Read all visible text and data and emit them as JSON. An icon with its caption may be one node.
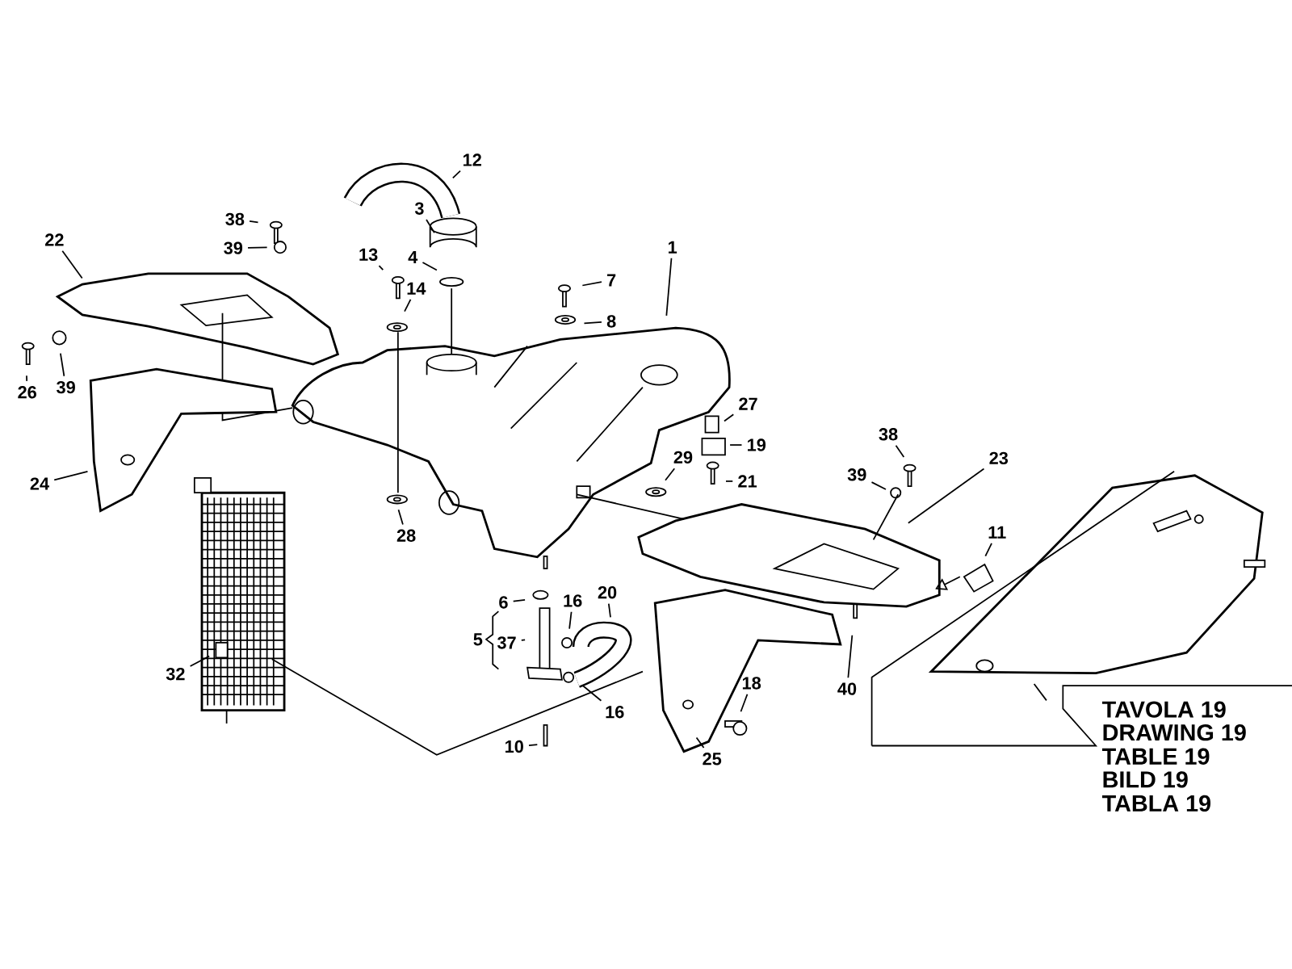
{
  "diagram": {
    "nodes": [
      {
        "text": [
          "12"
        ]
      },
      {
        "text": [
          "3"
        ]
      },
      {
        "text": [
          "38"
        ]
      },
      {
        "text": [
          "22"
        ]
      },
      {
        "text": [
          "39"
        ]
      },
      {
        "text": [
          "13"
        ]
      },
      {
        "text": [
          "4"
        ]
      },
      {
        "text": [
          "1"
        ]
      },
      {
        "text": [
          "7"
        ]
      },
      {
        "text": [
          "14"
        ]
      },
      {
        "text": [
          "8"
        ]
      },
      {
        "text": [
          "26"
        ]
      },
      {
        "text": [
          "39"
        ]
      },
      {
        "text": [
          "27"
        ]
      },
      {
        "text": [
          "38"
        ]
      },
      {
        "text": [
          "19"
        ]
      },
      {
        "text": [
          "29"
        ]
      },
      {
        "text": [
          "23"
        ]
      },
      {
        "text": [
          "39"
        ]
      },
      {
        "text": [
          "21"
        ]
      },
      {
        "text": [
          "24"
        ]
      },
      {
        "text": [
          "11"
        ]
      },
      {
        "text": [
          "28"
        ]
      },
      {
        "text": [
          "20"
        ]
      },
      {
        "text": [
          "16"
        ]
      },
      {
        "text": [
          "6"
        ]
      },
      {
        "text": [
          "37"
        ]
      },
      {
        "text": [
          "32"
        ]
      },
      {
        "text": [
          "18"
        ]
      },
      {
        "text": [
          "40"
        ]
      },
      {
        "text": [
          "16"
        ]
      },
      {
        "text": [
          "10"
        ]
      },
      {
        "text": [
          "25"
        ]
      }
    ],
    "edges": [
      {
        "from": 0,
        "to": null,
        "arrow": "none"
      },
      {
        "from": 1,
        "to": null,
        "arrow": "none"
      },
      {
        "from": 2,
        "to": null,
        "arrow": "none"
      },
      {
        "from": 3,
        "to": null,
        "arrow": "none"
      },
      {
        "from": 4,
        "to": null,
        "arrow": "none"
      },
      {
        "from": 5,
        "to": null,
        "arrow": "none"
      },
      {
        "from": 6,
        "to": null,
        "arrow": "none"
      },
      {
        "from": 7,
        "to": null,
        "arrow": "none"
      },
      {
        "from": 8,
        "to": null,
        "arrow": "none"
      },
      {
        "from": 9,
        "to": null,
        "arrow": "none"
      },
      {
        "from": 10,
        "to": null,
        "arrow": "none"
      },
      {
        "from": 11,
        "to": null,
        "arrow": "none"
      },
      {
        "from": 12,
        "to": null,
        "arrow": "none"
      },
      {
        "from": 13,
        "to": null,
        "arrow": "none"
      },
      {
        "from": 14,
        "to": null,
        "arrow": "none"
      },
      {
        "from": 15,
        "to": null,
        "arrow": "none"
      },
      {
        "from": 16,
        "to": null,
        "arrow": "none"
      },
      {
        "from": 17,
        "to": null,
        "arrow": "none"
      },
      {
        "from": 18,
        "to": null,
        "arrow": "none"
      },
      {
        "from": 19,
        "to": null,
        "arrow": "none"
      },
      {
        "from": 20,
        "to": null,
        "arrow": "none"
      },
      {
        "from": 21,
        "to": null,
        "arrow": "none"
      },
      {
        "from": 22,
        "to": null,
        "arrow": "none"
      },
      {
        "from": 23,
        "to": null,
        "arrow": "none"
      },
      {
        "from": 24,
        "to": null,
        "arrow": "none"
      },
      {
        "from": 25,
        "to": null,
        "arrow": "none"
      },
      {
        "from": 26,
        "to": null,
        "arrow": "none"
      },
      {
        "from": 27,
        "to": null,
        "arrow": "none"
      },
      {
        "from": 28,
        "to": null,
        "arrow": "none"
      },
      {
        "from": 29,
        "to": null,
        "arrow": "none"
      },
      {
        "from": 30,
        "to": null,
        "arrow": "none"
      },
      {
        "from": 31,
        "to": null,
        "arrow": "none"
      },
      {
        "from": 32,
        "to": null,
        "arrow": "none"
      }
    ],
    "labels": [
      "5",
      "TAVOLA 19",
      "DRAWING 19",
      "TABLE 19",
      "BILD 19",
      "TABLA 19"
    ]
  }
}
